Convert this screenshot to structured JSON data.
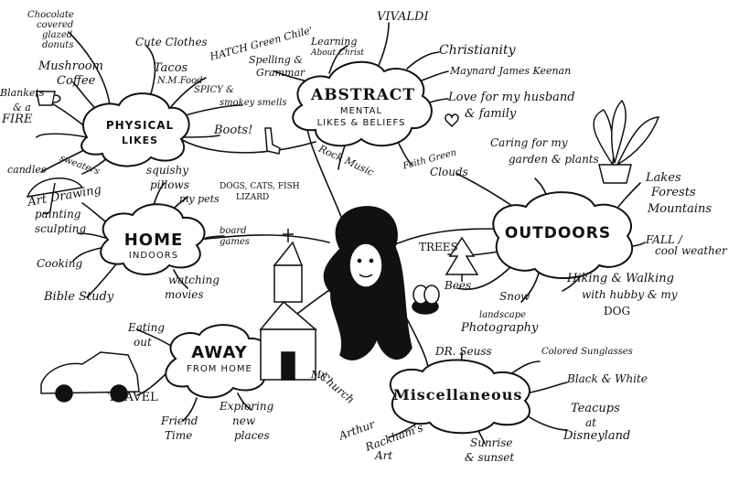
{
  "center": {
    "title_1": "ABSTRACT",
    "title_2": "MENTAL",
    "title_3": "LIKES & BELIEFS"
  },
  "hubs": {
    "physical": {
      "title_1": "PHYSICAL",
      "title_2": "LIKES"
    },
    "home": {
      "title": "HOME",
      "subtitle": "INDOORS"
    },
    "away": {
      "title": "AWAY",
      "subtitle": "FROM HOME"
    },
    "outdoors": {
      "title": "OUTDOORS"
    },
    "misc": {
      "title": "Miscellaneous"
    }
  },
  "physical_items": {
    "donuts_1": "Chocolate",
    "donuts_2": "covered",
    "donuts_3": "glazed",
    "donuts_4": "donuts",
    "mushroom_1": "Mushroom",
    "mushroom_2": "Coffee",
    "cute_clothes": "Cute Clothes",
    "tacos_1": "Tacos",
    "tacos_2": "N.M.Food",
    "hatch": "HATCH Green Chile'",
    "spicy_1": "SPICY &",
    "spicy_2": "smokey smells",
    "boots": "Boots!",
    "blankets": "Blankets",
    "fire_1": "& a",
    "fire_2": "FIRE",
    "candles": "candles",
    "sweaters": "sweaters"
  },
  "abstract_items": {
    "learning_1": "Learning",
    "learning_2": "About Christ",
    "spelling_1": "Spelling &",
    "spelling_2": "Grammar",
    "vivaldi": "VIVALDI",
    "christianity": "Christianity",
    "maynard": "Maynard James Keenan",
    "love_1": "Love for my husband",
    "love_2": "& family",
    "rock_music": "Rock Music",
    "faith_green": "Faith Green"
  },
  "home_items": {
    "squishy_1": "squishy",
    "squishy_2": "pillows",
    "my_pets": "my pets",
    "dogs_cats": "DOGS, CATS, FISH",
    "lizard": "LIZARD",
    "ar_drawing": "Art Drawing",
    "painting": "painting",
    "sculpting": "sculpting",
    "cooking": "Cooking",
    "board_games_1": "board",
    "board_games_2": "games",
    "bible_study": "Bible Study",
    "watching_1": "watching",
    "watching_2": "movies"
  },
  "away_items": {
    "eating_1": "Eating",
    "eating_2": "out",
    "travel": "TRAVEL",
    "friend_1": "Friend",
    "friend_2": "Time",
    "exploring_1": "Exploring",
    "exploring_2": "new",
    "exploring_3": "places",
    "my_church_1": "My",
    "my_church_2": "Church"
  },
  "outdoors_items": {
    "caring_1": "Caring for my",
    "caring_2": "garden & plants",
    "clouds": "Clouds",
    "lakes": "Lakes",
    "forests": "Forests",
    "mountains": "Mountains",
    "fall_1": "FALL /",
    "fall_2": "cool weather",
    "trees": "TREES",
    "bees": "Bees",
    "snow": "Snow",
    "landscape": "landscape",
    "photography": "Photography",
    "hiking_1": "Hiking & Walking",
    "hiking_2": "with hubby & my",
    "hiking_3": "DOG"
  },
  "misc_items": {
    "dr_seuss": "DR. Seuss",
    "sunglasses": "Colored Sunglasses",
    "black_white": "Black & White",
    "teacups_1": "Teacups",
    "teacups_2": "at",
    "teacups_3": "Disneyland",
    "arthur_1": "Arthur",
    "arthur_2": "Rackham's",
    "arthur_3": "Art",
    "sunrise_1": "Sunrise",
    "sunrise_2": "& sunset"
  }
}
